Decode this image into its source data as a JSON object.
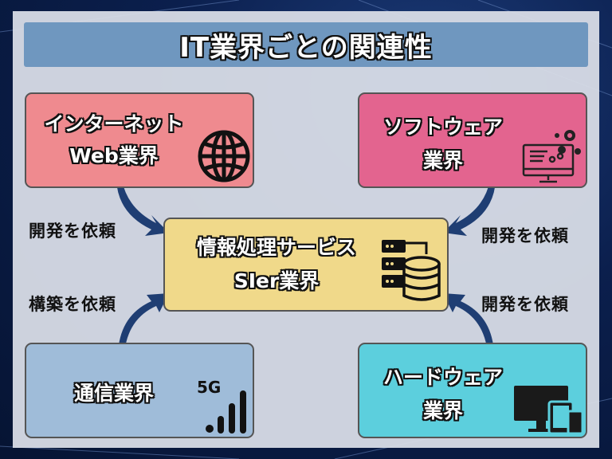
{
  "title": "IT業界ごとの関連性",
  "colors": {
    "background": "#0b1f4d",
    "panel": "#dadee8",
    "title_bar": "#6f97bf",
    "arrow": "#1f3e73",
    "internet_box": "#ef8a8f",
    "software_box": "#e3648f",
    "si_box": "#f0d98a",
    "telecom_box": "#9fbcd9",
    "hardware_box": "#5ccfdd"
  },
  "nodes": {
    "internet": {
      "line1": "インターネット",
      "line2": "Web業界",
      "icon": "globe-icon"
    },
    "software": {
      "line1": "ソフトウェア",
      "line2": "業界",
      "icon": "monitor-gears-icon"
    },
    "si": {
      "line1": "情報処理サービス",
      "line2": "SIer業界",
      "icon": "server-database-icon"
    },
    "telecom": {
      "line1": "通信業界",
      "icon": "signal-5g-icon",
      "icon_label": "5G"
    },
    "hardware": {
      "line1": "ハードウェア",
      "line2": "業界",
      "icon": "devices-icon"
    }
  },
  "edges": [
    {
      "from": "internet",
      "to": "si",
      "label": "開発を依頼"
    },
    {
      "from": "telecom",
      "to": "si",
      "label": "構築を依頼"
    },
    {
      "from": "software",
      "to": "si",
      "label": "開発を依頼"
    },
    {
      "from": "hardware",
      "to": "si",
      "label": "開発を依頼"
    }
  ]
}
